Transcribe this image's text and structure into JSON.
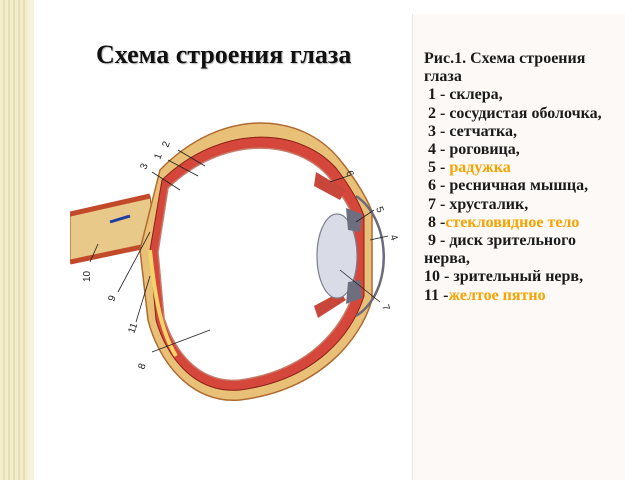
{
  "slide": {
    "title": "Схема строения глаза"
  },
  "legend": {
    "caption": "Рис.1.  Схема строения глаза",
    "items": [
      {
        "num": "1 -",
        "text": " склера,",
        "highlight": false
      },
      {
        "num": "2 -",
        "text": " сосудистая оболочка,",
        "highlight": false
      },
      {
        "num": "3 -",
        "text": " сетчатка,",
        "highlight": false
      },
      {
        "num": "4 -",
        "text": " роговица,",
        "highlight": false
      },
      {
        "num": "5 -",
        "text": " радужка",
        "highlight": true
      },
      {
        "num": "6 -",
        "text": " ресничная мышца,",
        "highlight": false
      },
      {
        "num": "7 -",
        "text": " хрусталик,",
        "highlight": false
      },
      {
        "num": "8 -",
        "text": "стекловидное тело",
        "highlight": true
      },
      {
        "num": "9 -",
        "text": " диск зрительного нерва,",
        "highlight": false
      },
      {
        "num": "10 -",
        "text": " зрительный нерв,",
        "highlight": false
      },
      {
        "num": "11 -",
        "text": "желтое пятно",
        "highlight": true
      }
    ],
    "highlight_color": "#f4a300"
  },
  "diagram": {
    "labels": [
      "1",
      "2",
      "3",
      "4",
      "5",
      "6",
      "7",
      "8",
      "9",
      "10",
      "11"
    ]
  }
}
